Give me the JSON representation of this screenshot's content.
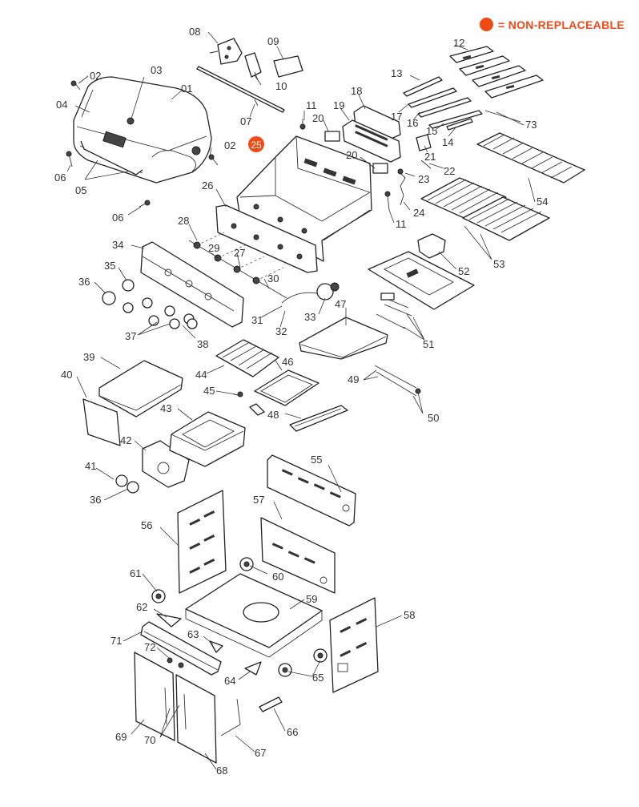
{
  "legend": {
    "marker_color": "#f04a16",
    "text": "= NON-REPLACEABLE"
  },
  "highlight": {
    "number": "25",
    "color": "#f04a16"
  },
  "labels": {
    "01": "01",
    "02": "02",
    "03": "03",
    "04": "04",
    "05": "05",
    "06": "06",
    "07": "07",
    "08": "08",
    "09": "09",
    "10": "10",
    "11": "11",
    "12": "12",
    "13": "13",
    "14": "14",
    "15": "15",
    "16": "16",
    "17": "17",
    "18": "18",
    "19": "19",
    "20": "20",
    "21": "21",
    "22": "22",
    "23": "23",
    "24": "24",
    "26": "26",
    "27": "27",
    "28": "28",
    "29": "29",
    "30": "30",
    "31": "31",
    "32": "32",
    "33": "33",
    "34": "34",
    "35": "35",
    "36": "36",
    "37": "37",
    "38": "38",
    "39": "39",
    "40": "40",
    "41": "41",
    "42": "42",
    "43": "43",
    "44": "44",
    "45": "45",
    "46": "46",
    "47": "47",
    "48": "48",
    "49": "49",
    "50": "50",
    "51": "51",
    "52": "52",
    "53": "53",
    "54": "54",
    "55": "55",
    "56": "56",
    "57": "57",
    "58": "58",
    "59": "59",
    "60": "60",
    "61": "61",
    "62": "62",
    "63": "63",
    "64": "64",
    "65": "65",
    "66": "66",
    "67": "67",
    "68": "68",
    "69": "69",
    "70": "70",
    "71": "71",
    "72": "72",
    "73": "73"
  }
}
